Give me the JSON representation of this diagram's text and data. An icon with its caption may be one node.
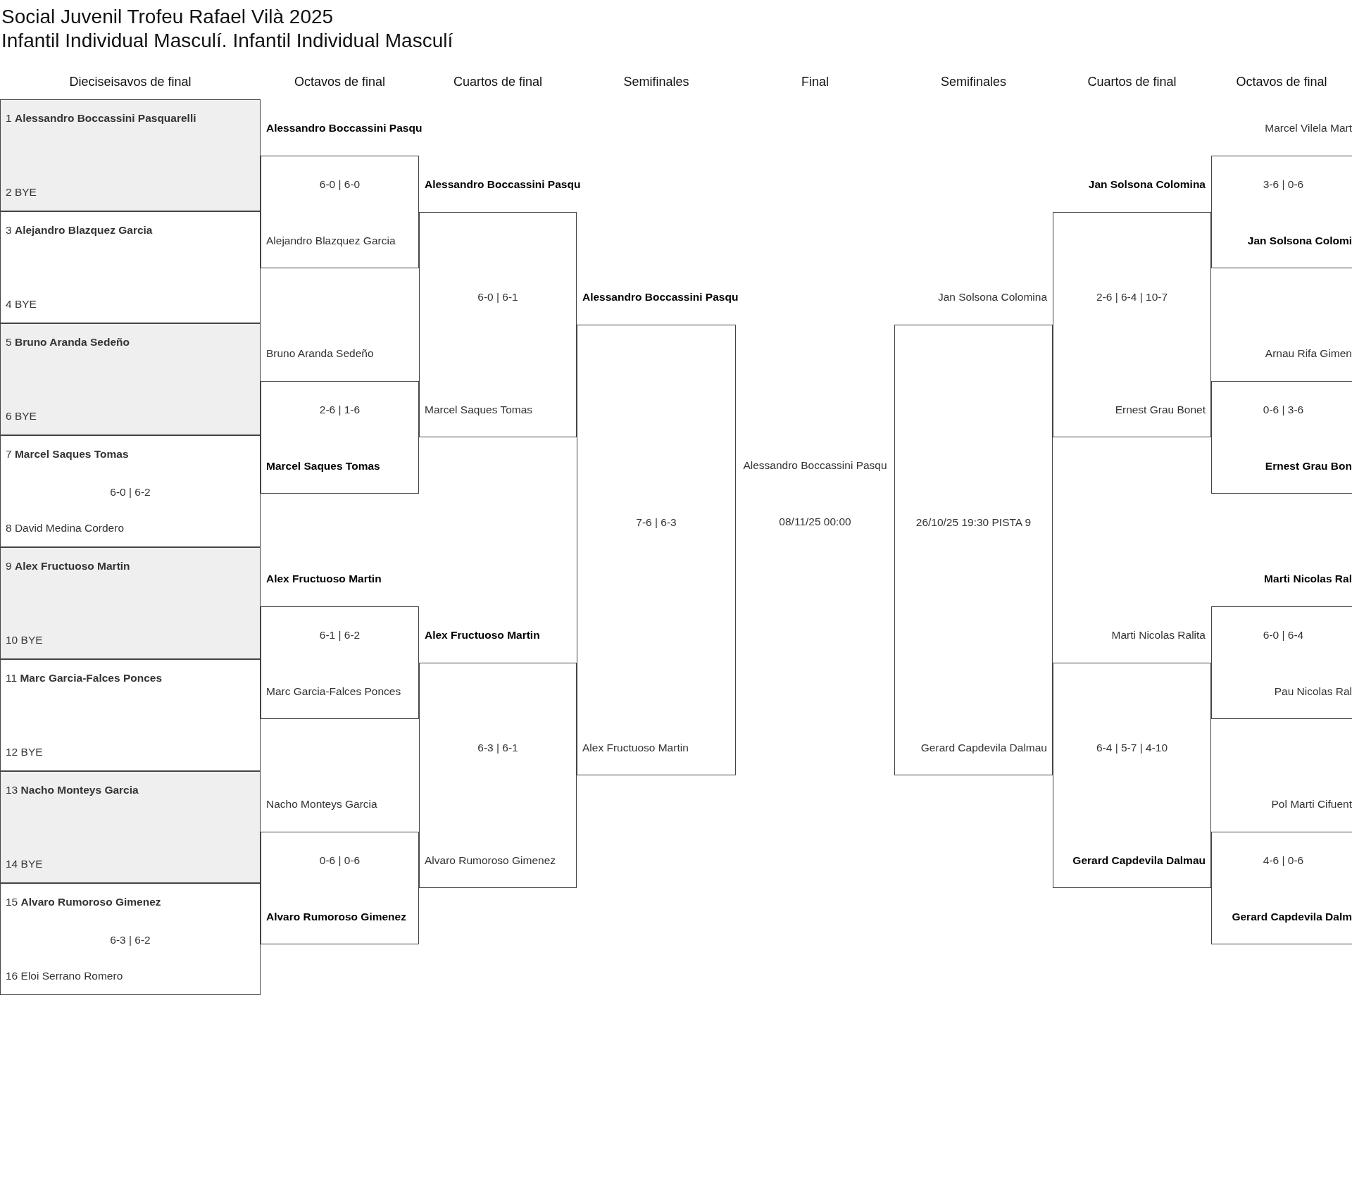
{
  "diagram": {
    "title": "Social Juvenil Trofeu Rafael Vilà 2025",
    "nodes": [
      {
        "text": [
          "1 **Alessandro Boccassini Pasquarelli**",
          "2 BYE"
        ]
      },
      {
        "text": [
          "3 **Alejandro Blazquez Garcia**",
          "4 BYE"
        ]
      },
      {
        "text": [
          "5 **Bruno Aranda Sedeño**",
          "6 BYE"
        ]
      },
      {
        "text": [
          "7 **Marcel Saques Tomas**",
          "6-0 | 6-2",
          "8 David Medina Cordero"
        ]
      },
      {
        "text": [
          "9 **Alex Fructuoso Martin**",
          "10 BYE"
        ]
      },
      {
        "text": [
          "11 **Marc Garcia-Falces Ponces**",
          "12 BYE"
        ]
      },
      {
        "text": [
          "13 **Nacho Monteys Garcia**",
          "14 BYE"
        ]
      },
      {
        "text": [
          "15 **Alvaro Rumoroso Gimenez**",
          "6-3 | 6-2",
          "16 Eloi Serrano Romero"
        ]
      },
      {
        "text": [
          "Alessandro Boccassini Pasqu",
          "6-0 | 6-0",
          "Alejandro Blazquez Garcia"
        ]
      },
      {
        "text": [
          "Bruno Aranda Sedeño",
          "2-6 | 1-6",
          "Marcel Saques Tomas"
        ]
      },
      {
        "text": [
          "Alex Fructuoso Martin",
          "6-1 | 6-2",
          "Marc Garcia-Falces Ponces"
        ]
      },
      {
        "text": [
          "Nacho Monteys Garcia",
          "0-6 | 0-6",
          "Alvaro Rumoroso Gimenez"
        ]
      },
      {
        "text": [
          "Alessandro Boccassini Pasqu",
          "6-0 | 6-1",
          "Marcel Saques Tomas"
        ]
      },
      {
        "text": [
          "Alex Fructuoso Martin",
          "6-3 | 6-1",
          "Alvaro Rumoroso Gimenez"
        ]
      },
      {
        "text": [
          "Alessandro Boccassini Pasqu",
          "7-6 | 6-3",
          "Alex Fructuoso Martin"
        ]
      },
      {
        "text": [
          "Jan Solsona Colomina",
          "26/10/25 19:30 PISTA 9",
          "Gerard Capdevila Dalmau"
        ]
      },
      {
        "text": [
          "Jan Solsona Colomina",
          "2-6 | 6-4 | 10-7",
          "Ernest Grau Bonet"
        ]
      },
      {
        "text": [
          "Marti Nicolas Ralita",
          "6-4 | 5-7 | 4-10",
          "Gerard Capdevila Dalmau"
        ]
      },
      {
        "text": [
          "Marcel Vilela Mart",
          "3-6 | 0-6",
          "Jan Solsona Colomi"
        ]
      },
      {
        "text": [
          "Arnau Rifa Gimen",
          "0-6 | 3-6",
          "Ernest Grau Bon"
        ]
      },
      {
        "text": [
          "Marti Nicolas Ral",
          "6-0 | 6-4",
          "Pau Nicolas Ral"
        ]
      },
      {
        "text": [
          "Pol Marti Cifuent",
          "4-6 | 0-6",
          "Gerard Capdevila Dalm"
        ]
      }
    ],
    "labels": [
      "Infantil Individual Masculí. Infantil Individual Masculí",
      "Dieciseisavos de final",
      "Octavos de final",
      "Cuartos de final",
      "Semifinales",
      "Final",
      "Semifinales",
      "Cuartos de final",
      "Octavos de final",
      "Alessandro Boccassini Pasqu",
      "08/11/25 00:00"
    ]
  }
}
